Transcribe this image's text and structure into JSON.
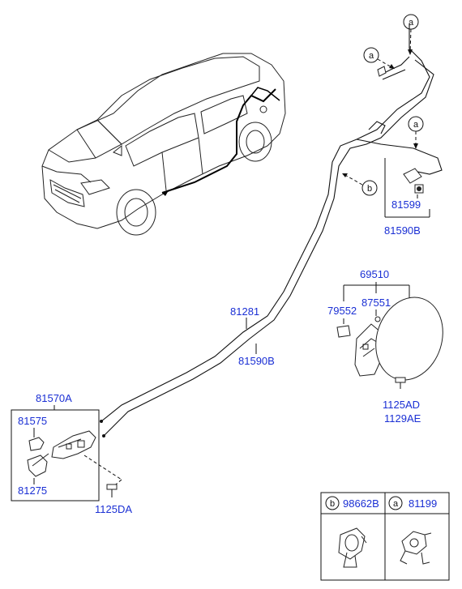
{
  "parts": {
    "p81599": "81599",
    "p81590B_top": "81590B",
    "p69510": "69510",
    "p79552": "79552",
    "p87551": "87551",
    "p81281": "81281",
    "p81590B_mid": "81590B",
    "p1125AD": "1125AD",
    "p1129AE": "1129AE",
    "p81570A": "81570A",
    "p81575": "81575",
    "p81275": "81275",
    "p1125DA": "1125DA"
  },
  "callouts": {
    "a1": "a",
    "a2": "a",
    "a3": "a",
    "b1": "b"
  },
  "legend": {
    "b_letter": "b",
    "b_part": "98662B",
    "a_letter": "a",
    "a_part": "81199"
  },
  "colors": {
    "part_label": "#1a2fd4",
    "line": "#111111"
  }
}
